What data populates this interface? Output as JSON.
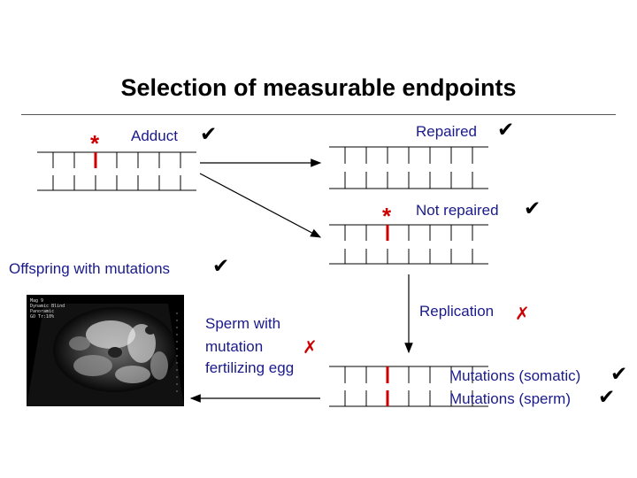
{
  "title": "Selection of measurable endpoints",
  "labels": {
    "adduct": "Adduct",
    "repaired": "Repaired",
    "not_repaired": "Not repaired",
    "offspring": "Offspring with mutations",
    "sperm_line1": "Sperm with",
    "sperm_line2": "mutation",
    "sperm_line3": "fertilizing egg",
    "replication": "Replication",
    "mutations_somatic": "Mutations (somatic)",
    "mutations_sperm": "Mutations (sperm)"
  },
  "symbols": {
    "check": "✔",
    "cross": "✗",
    "star": "*"
  },
  "colors": {
    "label_text": "#1a1a8c",
    "damage_mark": "#cc0000"
  },
  "ultrasound_caption": "Mag 9\nDynamic Blind\nPanoramic\nGO Tr:10%"
}
